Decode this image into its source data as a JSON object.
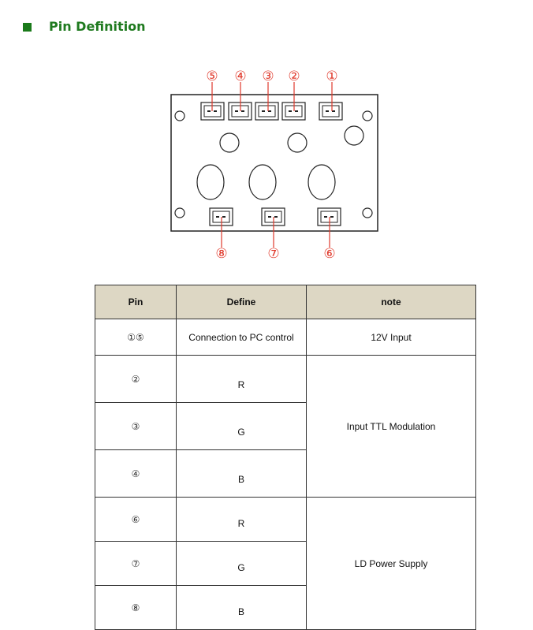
{
  "section": {
    "title": "Pin Definition"
  },
  "diagram": {
    "top_labels": [
      "⑤",
      "④",
      "③",
      "②",
      "①"
    ],
    "bottom_labels": [
      "⑧",
      "⑦",
      "⑥"
    ],
    "accent_color": "#e0392b",
    "board_color": "#222222"
  },
  "table": {
    "headers": {
      "pin": "Pin",
      "define": "Define",
      "note": "note"
    },
    "rows": [
      {
        "pin": "①⑤",
        "define": "Connection to PC control"
      },
      {
        "pin": "②",
        "define": "R"
      },
      {
        "pin": "③",
        "define": "G"
      },
      {
        "pin": "④",
        "define": "B"
      },
      {
        "pin": "⑥",
        "define": "R"
      },
      {
        "pin": "⑦",
        "define": "G"
      },
      {
        "pin": "⑧",
        "define": "B"
      }
    ],
    "notes": {
      "input12v": "12V Input",
      "ttl": "Input TTL Modulation",
      "ld": "LD Power Supply"
    }
  }
}
